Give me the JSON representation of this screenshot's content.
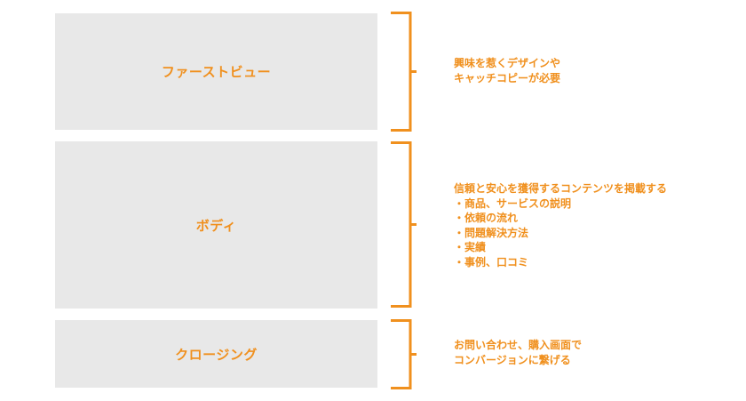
{
  "colors": {
    "accent": "#f0901e",
    "block_fill": "#e8e8e8",
    "background": "#ffffff"
  },
  "sections": [
    {
      "label": "ファーストビュー",
      "description": [
        "興味を惹くデザインや",
        "キャッチコピーが必要"
      ]
    },
    {
      "label": "ボディ",
      "description": [
        "信頼と安心を獲得するコンテンツを掲載する",
        "・商品、サービスの説明",
        "・依頼の流れ",
        "・問題解決方法",
        "・実績",
        "・事例、口コミ"
      ]
    },
    {
      "label": "クロージング",
      "description": [
        "お問い合わせ、購入画面で",
        "コンバージョンに繋げる"
      ]
    }
  ]
}
